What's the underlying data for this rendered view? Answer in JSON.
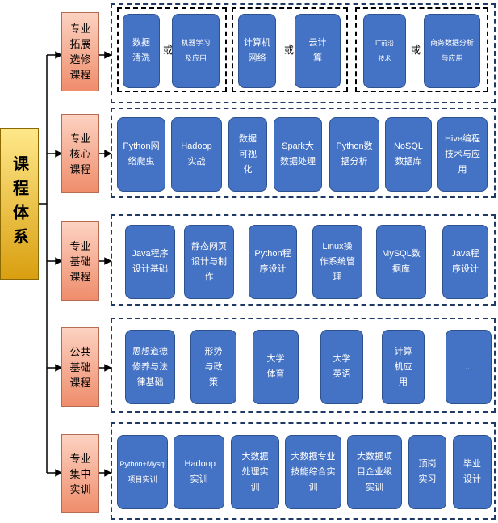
{
  "root": {
    "label": "课程体系"
  },
  "categories": [
    {
      "label": "专业拓展选修课程",
      "subgroups": [
        {
          "items": [
            "数据清洗",
            "机器学习及应用"
          ],
          "separator": "或"
        },
        {
          "items": [
            "计算机网络",
            "云计算"
          ],
          "separator": "或"
        },
        {
          "items": [
            "IT前沿技术",
            "商务数据分析与应用"
          ],
          "separator": "或"
        }
      ]
    },
    {
      "label": "专业核心课程",
      "items": [
        "Python网络爬虫",
        "Hadoop实战",
        "数据可视化",
        "Spark大数据处理",
        "Python数据分析",
        "NoSQL数据库",
        "Hive编程技术与应用"
      ]
    },
    {
      "label": "专业基础课程",
      "items": [
        "Java程序设计基础",
        "静态网页设计与制作",
        "Python程序设计",
        "Linux操作系统管理",
        "MySQL数据库",
        "Java程序设计"
      ]
    },
    {
      "label": "公共基础课程",
      "items": [
        "思想道德修养与法律基础",
        "形势与政策",
        "大学体育",
        "大学英语",
        "计算机应用",
        "..."
      ]
    },
    {
      "label": "专业集中实训",
      "items": [
        "Python+Mysql项目实训",
        "Hadoop实训",
        "大数据处理实训",
        "大数据专业技能综合实训",
        "大数据项目企业级实训",
        "顶岗实习",
        "毕业设计"
      ]
    }
  ],
  "colors": {
    "node": "#4472c4",
    "category": "#f4a78a",
    "root": "#f0c030",
    "group_border": "#1f3864"
  }
}
